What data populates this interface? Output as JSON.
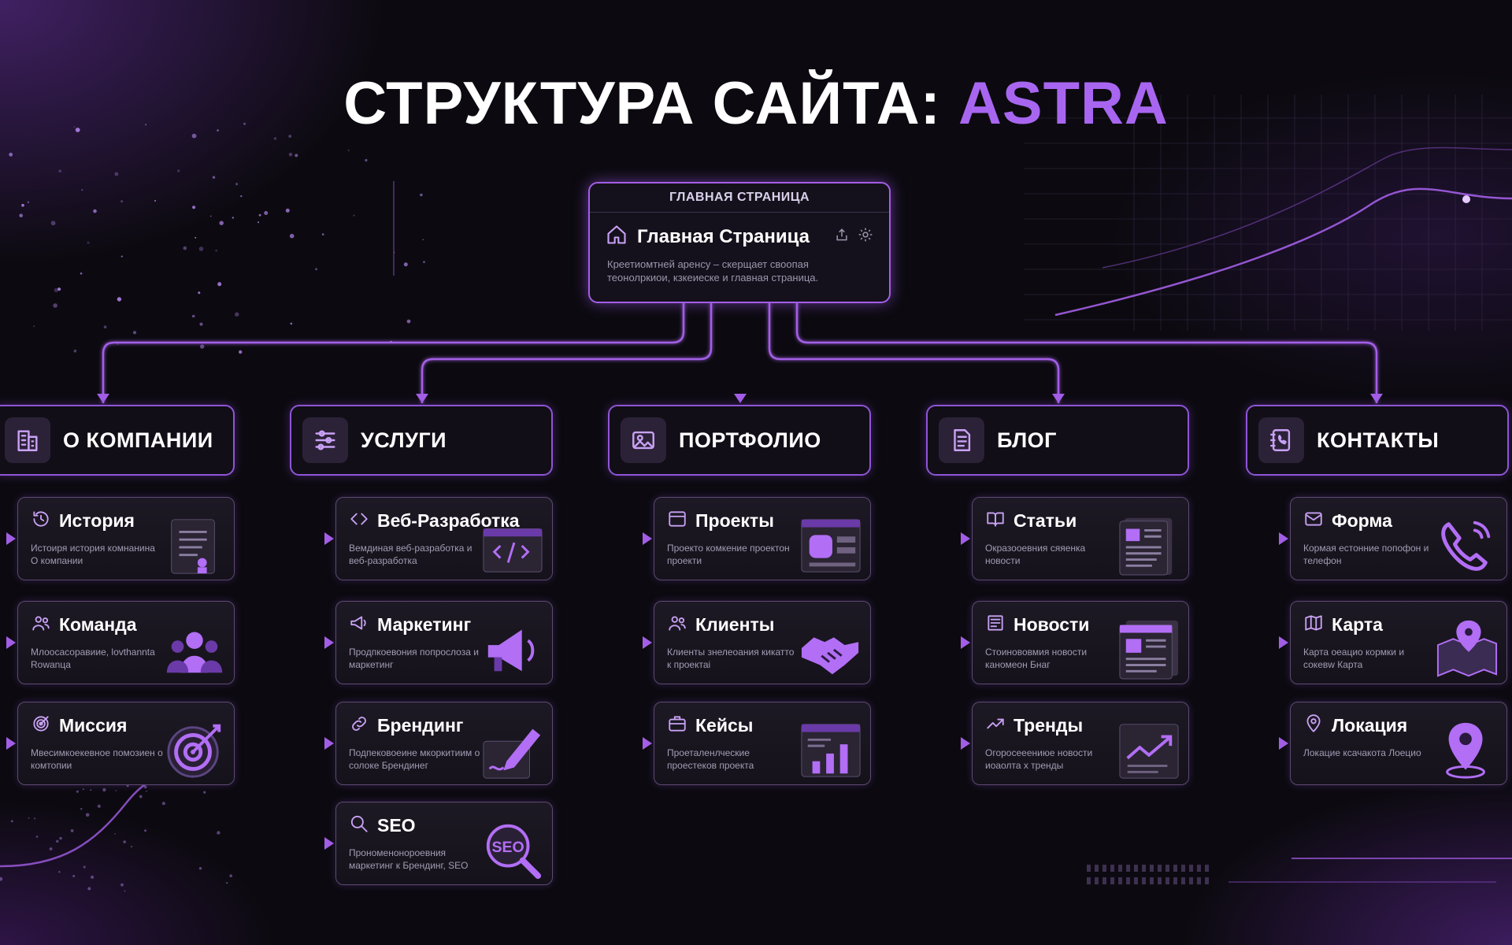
{
  "title": {
    "main": "СТРУКТУРА САЙТА: ",
    "accent": "ASTRA"
  },
  "colors": {
    "accent": "#a866f0",
    "line": "#a35ee6",
    "background": "#0c0a10"
  },
  "home": {
    "header": "ГЛАВНАЯ СТРАНИЦА",
    "title": "Главная Страница",
    "description": "Креетиомтней аренсу – скерщает своопая теонолркиои, кзкеиеске и главная страница.",
    "icons": [
      "home-icon",
      "share-icon",
      "gear-icon"
    ]
  },
  "categories": [
    {
      "label": "О КОМПАНИИ",
      "icon": "building-icon",
      "items": [
        {
          "title": "История",
          "desc": "Истоиря история комнанина О компании",
          "icon": "history-icon",
          "art": "document-art"
        },
        {
          "title": "Команда",
          "desc": "Млоосасоравиие, lovthannta Rowanцa",
          "icon": "users-icon",
          "art": "team-art"
        },
        {
          "title": "Миссия",
          "desc": "Мвесимкоекевное помозиен о комтопии",
          "icon": "target-icon",
          "art": "target-art"
        }
      ]
    },
    {
      "label": "УСЛУГИ",
      "icon": "sliders-icon",
      "items": [
        {
          "title": "Веб-Разработка",
          "desc": "Вемдиная веб-разработка и веб-разработка",
          "icon": "code-icon",
          "art": "code-window-art"
        },
        {
          "title": "Маркетинг",
          "desc": "Продпкоевония попрослоза и маркетинг",
          "icon": "megaphone-icon",
          "art": "megaphone-art"
        },
        {
          "title": "Брендинг",
          "desc": "Подпековоеине мкоркитиим о солоке Брендинег",
          "icon": "link-icon",
          "art": "pen-art"
        },
        {
          "title": "SEO",
          "desc": "Прономенонороевния маркетинг к Брендинг, SEO",
          "icon": "search-icon",
          "art": "seo-art"
        }
      ]
    },
    {
      "label": "ПОРТФОЛИО",
      "icon": "image-icon",
      "items": [
        {
          "title": "Проекты",
          "desc": "Проекто комкение проектон проекти",
          "icon": "window-icon",
          "art": "browser-art"
        },
        {
          "title": "Клиенты",
          "desc": "Клиенты знелеоания кикатто к проектаi",
          "icon": "users-icon",
          "art": "handshake-art"
        },
        {
          "title": "Кейсы",
          "desc": "Проеталенлческие проестеков проекта",
          "icon": "briefcase-icon",
          "art": "chart-art"
        }
      ]
    },
    {
      "label": "БЛОГ",
      "icon": "document-icon",
      "items": [
        {
          "title": "Статьи",
          "desc": "Окразооевния сяяенка новости",
          "icon": "book-icon",
          "art": "article-art"
        },
        {
          "title": "Новости",
          "desc": "Стоинововмия новости каномеон Бнаг",
          "icon": "newspaper-icon",
          "art": "news-art"
        },
        {
          "title": "Тренды",
          "desc": "Огоросееениюе новости иоаолта х тренды",
          "icon": "trend-icon",
          "art": "trend-art"
        }
      ]
    },
    {
      "label": "КОНТАКТЫ",
      "icon": "phonebook-icon",
      "items": [
        {
          "title": "Форма",
          "desc": "Кормая естонние попофон и телефон",
          "icon": "mail-icon",
          "art": "phone-art"
        },
        {
          "title": "Карта",
          "desc": "Карта оеацио кормки и сокевw Карта",
          "icon": "map-icon",
          "art": "map-art"
        },
        {
          "title": "Локация",
          "desc": "Локацие ксачакота Лоецио",
          "icon": "pin-icon",
          "art": "pin-art"
        }
      ]
    }
  ]
}
